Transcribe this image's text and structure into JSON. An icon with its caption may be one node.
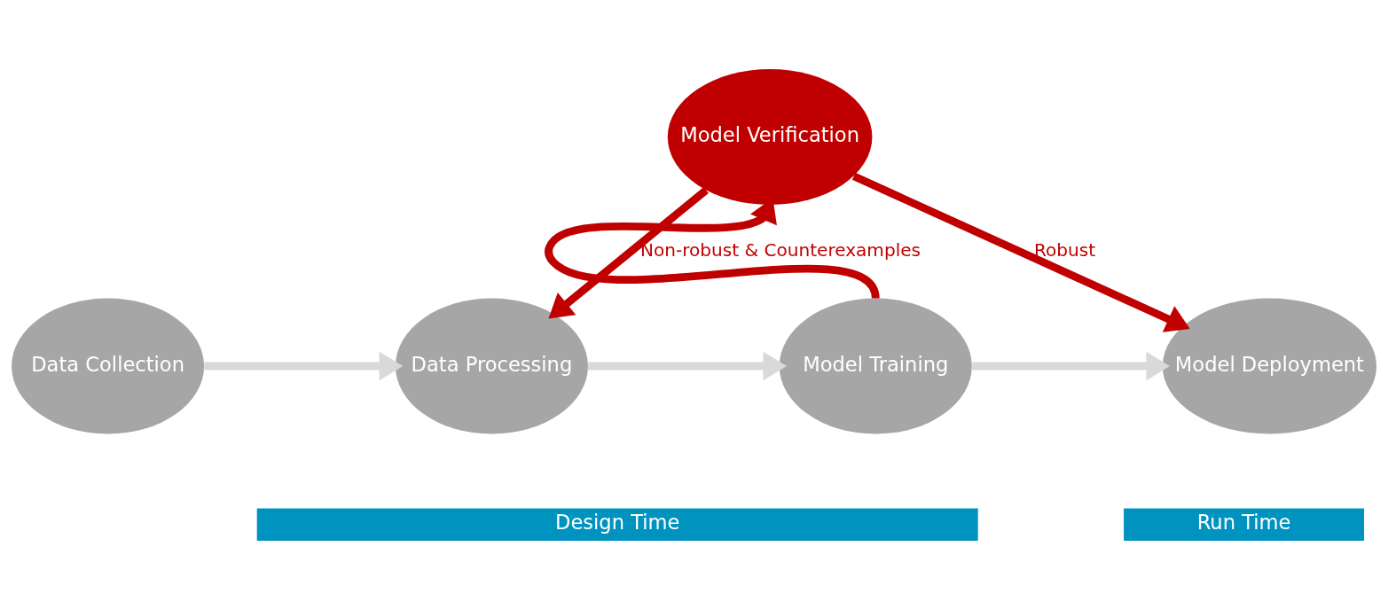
{
  "diagram": {
    "nodes": [
      {
        "text": [
          "Data Collection"
        ]
      },
      {
        "text": [
          "Data Processing"
        ]
      },
      {
        "text": [
          "Model Training"
        ]
      },
      {
        "text": [
          "Model Deployment"
        ]
      },
      {
        "text": [
          "Model Verification"
        ]
      },
      {
        "text": [
          "Design Time"
        ]
      },
      {
        "text": [
          "Run Time"
        ]
      }
    ],
    "edges": [
      {
        "from": 0,
        "to": 1,
        "arrow": "to",
        "color": "#d9d9d9"
      },
      {
        "from": 1,
        "to": 2,
        "arrow": "to",
        "color": "#d9d9d9"
      },
      {
        "from": 2,
        "to": 3,
        "arrow": "to",
        "color": "#d9d9d9"
      },
      {
        "from": 2,
        "to": 4,
        "arrow": "to",
        "color": "#c00000"
      },
      {
        "from": 4,
        "to": 1,
        "arrow": "to",
        "label": "Non-robust & Counterexamples",
        "color": "#c00000"
      },
      {
        "from": 4,
        "to": 3,
        "arrow": "to",
        "label": "Robust",
        "color": "#c00000"
      }
    ]
  }
}
